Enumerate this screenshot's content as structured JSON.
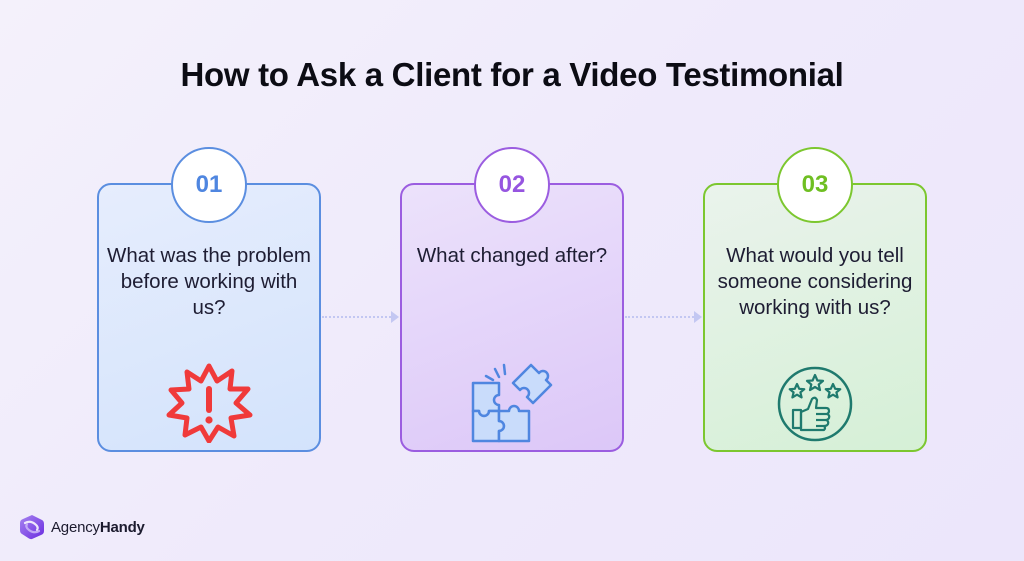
{
  "title": "How to Ask a Client for a Video Testimonial",
  "steps": [
    {
      "number": "01",
      "question": "What was the problem before working with us?",
      "icon": "alert-burst-icon",
      "accent": "#5b8ee0"
    },
    {
      "number": "02",
      "question": "What changed after?",
      "icon": "puzzle-pieces-icon",
      "accent": "#9b5de0"
    },
    {
      "number": "03",
      "question": "What would you tell someone considering working with us?",
      "icon": "thumbs-up-stars-icon",
      "accent": "#7cc72f"
    }
  ],
  "brand": {
    "name_regular": "Agency",
    "name_bold": "Handy"
  },
  "colors": {
    "background": "#f1edfb",
    "connector": "#c3c7f2",
    "alert_red": "#f03a3a",
    "puzzle_blue": "#4f86e0",
    "thumbs_teal": "#1f7a6e"
  }
}
